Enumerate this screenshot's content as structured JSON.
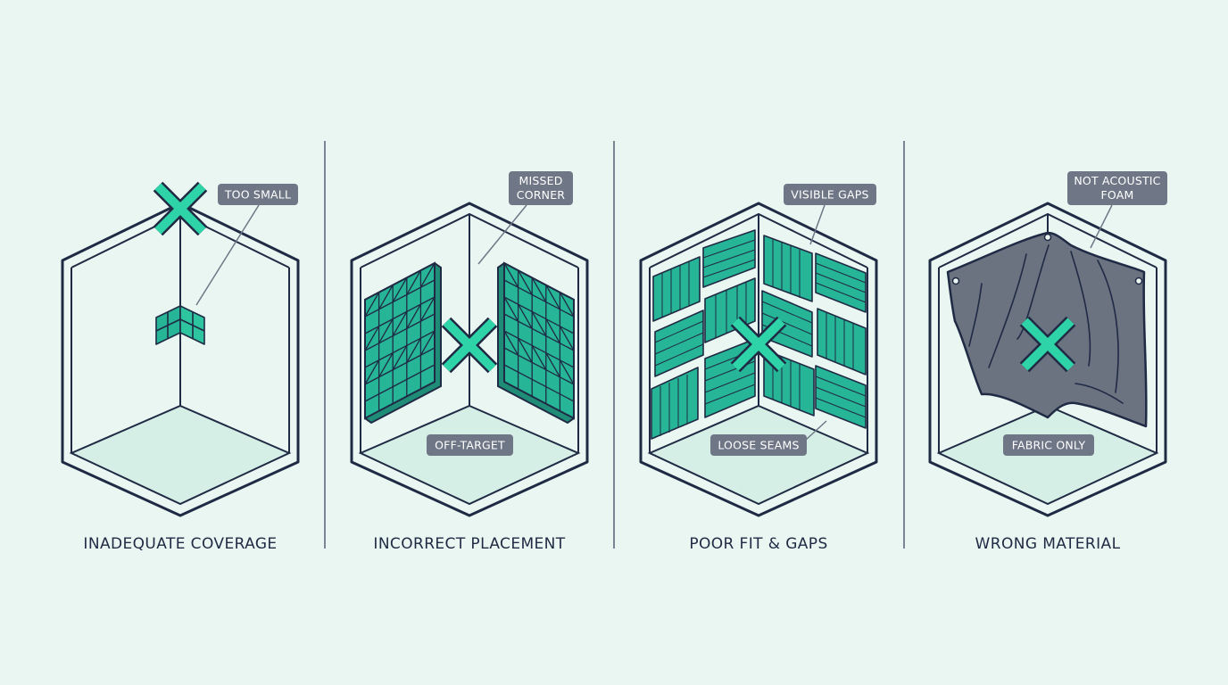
{
  "colors": {
    "background": "#e9f6f1",
    "outline": "#1f2a44",
    "accent": "#2ed3a8",
    "foam": "#26b596",
    "floor": "#d6efe6",
    "tag": "#6f7787",
    "fabric": "#6b7280",
    "divider": "#7b8494"
  },
  "panels": [
    {
      "title": "INADEQUATE COVERAGE",
      "tags": [
        "TOO SMALL"
      ]
    },
    {
      "title": "INCORRECT PLACEMENT",
      "tags": [
        "MISSED",
        "CORNER",
        "OFF-TARGET"
      ]
    },
    {
      "title": "POOR FIT & GAPS",
      "tags": [
        "VISIBLE GAPS",
        "LOOSE SEAMS"
      ]
    },
    {
      "title": "WRONG MATERIAL",
      "tags": [
        "NOT ACOUSTIC",
        "FOAM",
        "FABRIC ONLY"
      ]
    }
  ],
  "icons": {
    "mistake": "x-mark-icon",
    "foam": "acoustic-foam-panel",
    "fabric": "fabric-sheet"
  }
}
